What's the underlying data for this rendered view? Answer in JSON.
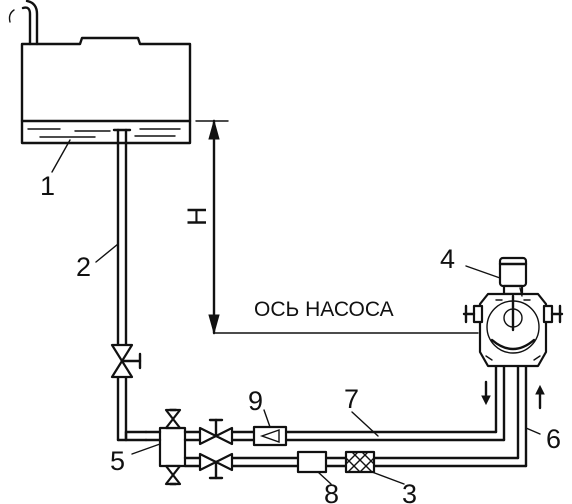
{
  "labels": {
    "tank": "1",
    "suction_pipe": "2",
    "filter": "3",
    "pump": "4",
    "manifold": "5",
    "return_line_right": "6",
    "return_line": "7",
    "component_8": "8",
    "check_valve": "9",
    "height": "H"
  },
  "caption": "ОСЬ НАСОСА"
}
